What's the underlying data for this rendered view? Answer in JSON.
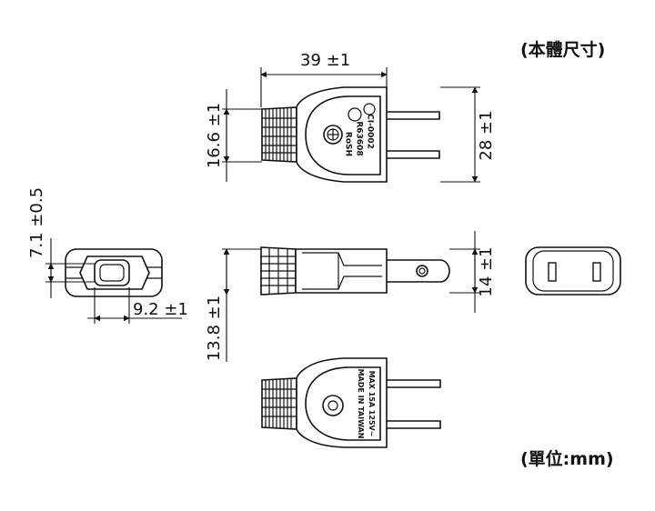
{
  "labels": {
    "size_note": "(本體尺寸)",
    "unit_note": "(單位:mm)"
  },
  "dimensions": {
    "overall_length": "39 ±1",
    "grip_height": "16.6 ±1",
    "total_height": "28 ±1",
    "end_height": "7.1 ±0.5",
    "end_width": "9.2 ±1",
    "body_thickness": "14 ±1",
    "lower_height": "13.8 ±1"
  },
  "markings": {
    "front_code": "CI-0002",
    "front_standard": "R63608",
    "front_rohs": "RoSH",
    "back_rating": "MAX 15A 125V~",
    "back_origin": "MADE IN TAIWAN"
  },
  "colors": {
    "line": "#111111",
    "background": "#ffffff"
  }
}
